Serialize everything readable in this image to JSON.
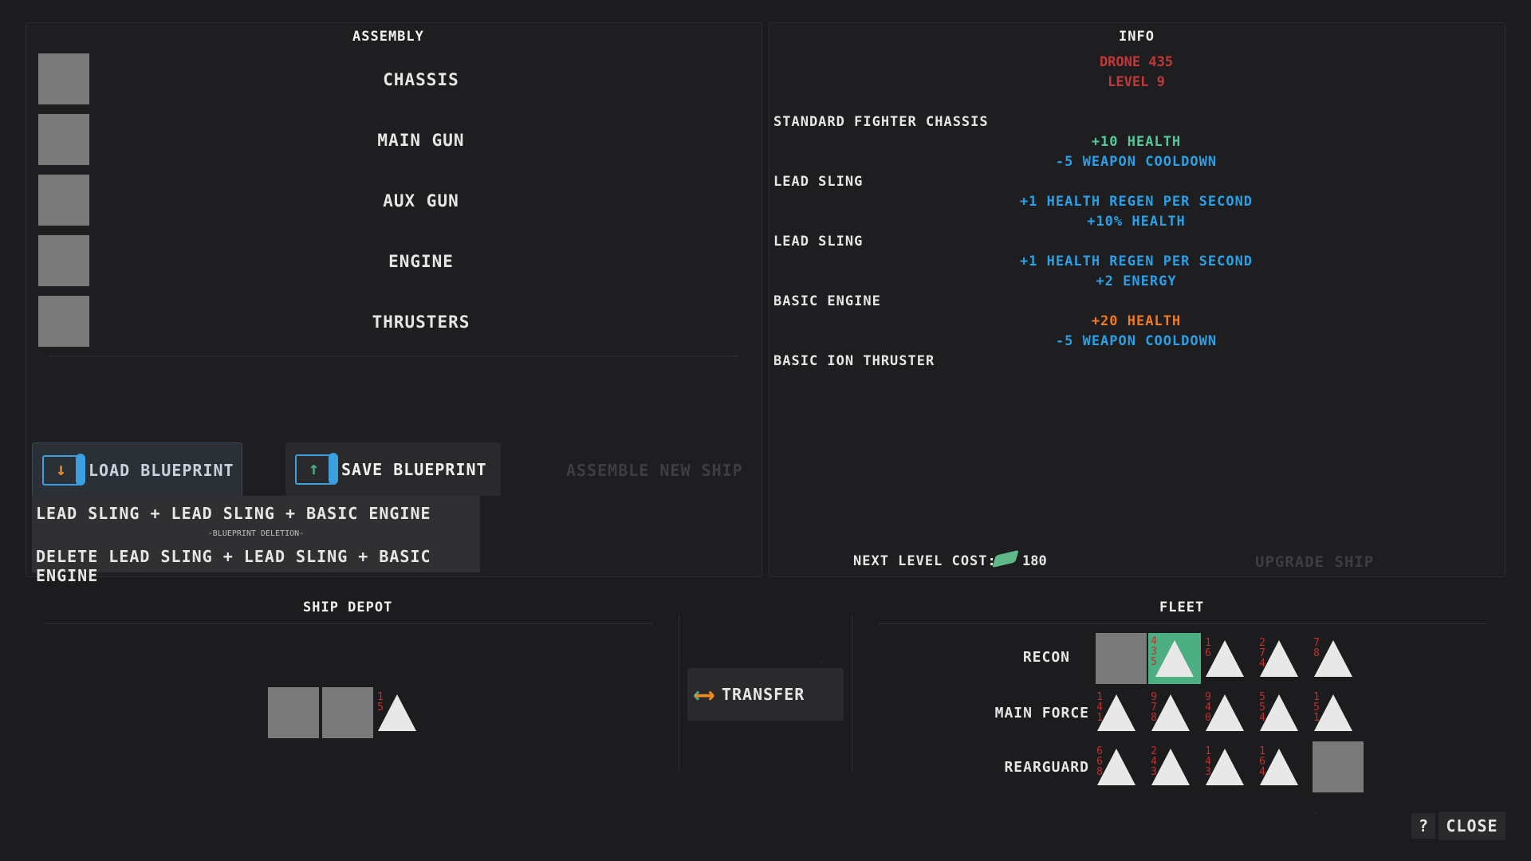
{
  "assembly": {
    "title": "Assembly",
    "parts": [
      "Chassis",
      "Main Gun",
      "Aux Gun",
      "Engine",
      "Thrusters"
    ],
    "load_blueprint": "Load Blueprint",
    "save_blueprint": "Save Blueprint",
    "assemble_new_ship": "Assemble New Ship",
    "blueprint_item": "Lead Sling + Lead Sling + Basic Engine",
    "blueprint_deletion_label": "-Blueprint Deletion-",
    "blueprint_delete_item": "Delete Lead Sling + Lead Sling + Basic Engine"
  },
  "info": {
    "title": "Info",
    "drone_name": "Drone 435",
    "level": "Level 9",
    "components": [
      {
        "name": "Standard Fighter Chassis",
        "stats": [
          {
            "text": "+10 Health",
            "color": "#58c89a"
          },
          {
            "text": "-5 Weapon Cooldown",
            "color": "#2aa0e6"
          }
        ]
      },
      {
        "name": "Lead Sling",
        "stats": [
          {
            "text": "+1 Health Regen Per Second",
            "color": "#2aa0e6"
          },
          {
            "text": "+10% Health",
            "color": "#2aa0e6"
          }
        ]
      },
      {
        "name": "Lead Sling",
        "stats": [
          {
            "text": "+1 Health Regen Per Second",
            "color": "#2aa0e6"
          },
          {
            "text": "+2 Energy",
            "color": "#2aa0e6"
          }
        ]
      },
      {
        "name": "Basic Engine",
        "stats": [
          {
            "text": "+20 Health",
            "color": "#f07a20"
          },
          {
            "text": "-5 Weapon Cooldown",
            "color": "#2aa0e6"
          }
        ]
      },
      {
        "name": "Basic Ion Thruster",
        "stats": []
      }
    ],
    "next_level_cost_label": "Next Level Cost:",
    "next_level_cost_value": "180",
    "upgrade_ship": "Upgrade Ship"
  },
  "ship_depot": {
    "title": "Ship Depot",
    "ship_number": "15"
  },
  "transfer_label": "Transfer",
  "fleet": {
    "title": "Fleet",
    "rows": [
      {
        "label": "Recon",
        "ships": [
          "435",
          "16",
          "274",
          "78"
        ]
      },
      {
        "label": "Main Force",
        "ships": [
          "141",
          "978",
          "940",
          "554",
          "151"
        ]
      },
      {
        "label": "Rearguard",
        "ships": [
          "668",
          "243",
          "143",
          "164"
        ]
      }
    ]
  },
  "help_icon": "?",
  "close_label": "Close",
  "colors": {
    "drone_name": "#c03838",
    "highlight": "#4caf82",
    "accent_blue": "#3aa0e0",
    "accent_orange": "#f08a20"
  }
}
